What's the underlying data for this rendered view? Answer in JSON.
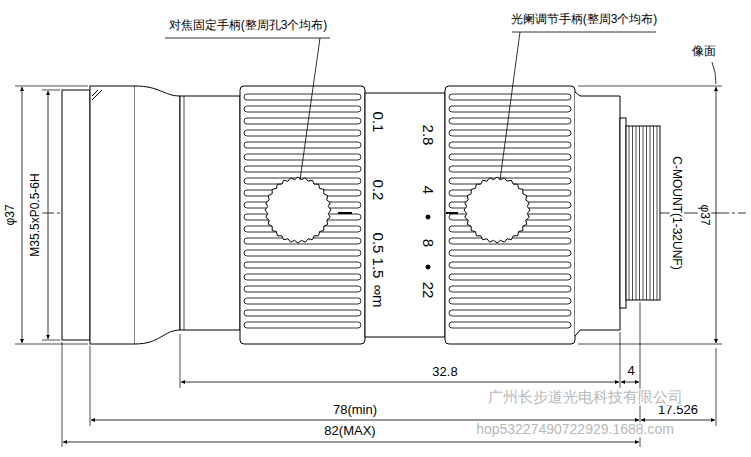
{
  "diagram": {
    "labels": [
      "对焦固定手柄(整周孔3个均布)",
      "光阑调节手柄(整周3个均布)",
      "像面",
      "φ37",
      "M35.5xP0.5-6H",
      "0.1",
      "0.2",
      "0.5",
      "1.5",
      "∞m",
      "2.8",
      "4",
      "8",
      "22",
      "C-MOUNT(1-32UNF)",
      "φ37",
      "32.8",
      "4",
      "78(min)",
      "17.526",
      "82(MAX)",
      "广州长步道光电科技有限公司",
      "hop53227490722929.1688.com"
    ]
  }
}
